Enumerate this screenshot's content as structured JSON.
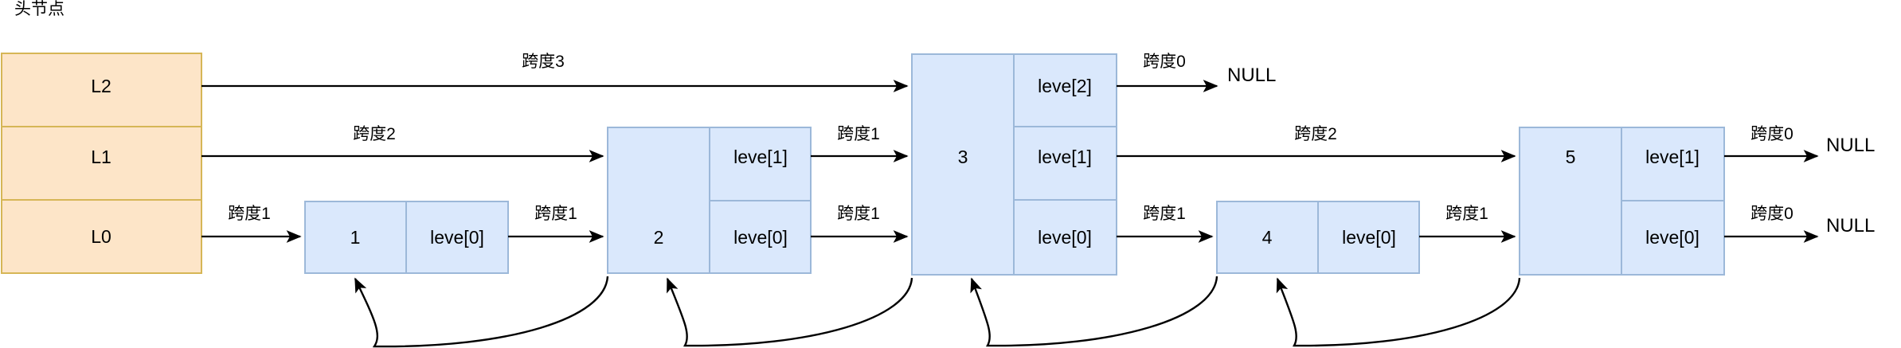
{
  "diagram": {
    "title": "头节点",
    "null_label": "NULL",
    "head_node": {
      "name": "head-node",
      "levels": [
        "L2",
        "L1",
        "L0"
      ]
    },
    "nodes": [
      {
        "value": "1",
        "levels": [
          "leve[0]"
        ]
      },
      {
        "value": "2",
        "levels": [
          "leve[1]",
          "leve[0]"
        ]
      },
      {
        "value": "3",
        "levels": [
          "leve[2]",
          "leve[1]",
          "leve[0]"
        ]
      },
      {
        "value": "4",
        "levels": [
          "leve[0]"
        ]
      },
      {
        "value": "5",
        "levels": [
          "leve[1]",
          "leve[0]"
        ]
      }
    ],
    "span_labels": {
      "head_l2": "跨度3",
      "head_l1": "跨度2",
      "head_l0": "跨度1",
      "n1_l0": "跨度1",
      "n2_l1": "跨度1",
      "n2_l0": "跨度1",
      "n3_l2": "跨度0",
      "n3_l1": "跨度2",
      "n3_l0": "跨度1",
      "n4_l0": "跨度1",
      "n5_l1": "跨度0",
      "n5_l0": "跨度0"
    },
    "nulls": [
      "NULL",
      "NULL",
      "NULL"
    ],
    "colors": {
      "head_fill": "#fde5c8",
      "head_stroke": "#d6b656",
      "node_fill": "#dae8fc",
      "node_stroke": "#9cb8d9",
      "line": "#000000"
    }
  }
}
